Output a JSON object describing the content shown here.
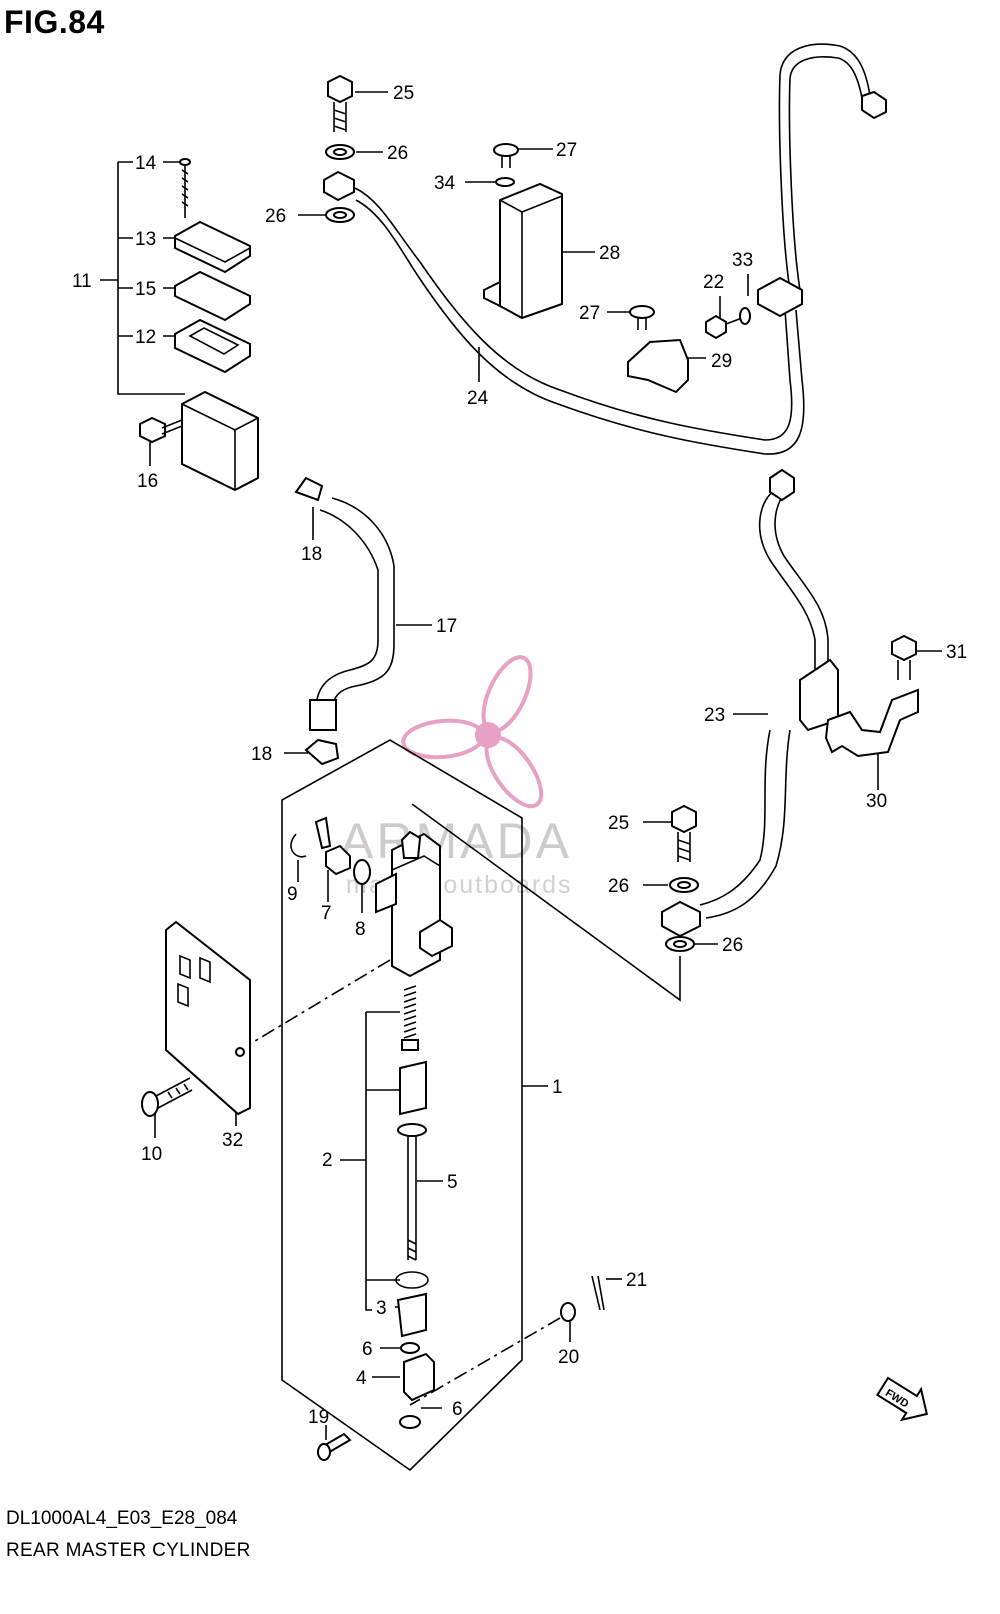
{
  "figure_title": "FIG.84",
  "diagram_code": "DL1000AL4_E03_E28_084",
  "diagram_name": "REAR MASTER CYLINDER",
  "watermark": {
    "brand": "ARMADA",
    "tagline": "marine outboards",
    "color": "#e8a0c4"
  },
  "fwd_label": "FWD",
  "callouts": [
    "1",
    "2",
    "3",
    "4",
    "5",
    "6",
    "6",
    "7",
    "8",
    "9",
    "10",
    "11",
    "12",
    "13",
    "14",
    "15",
    "16",
    "17",
    "18",
    "18",
    "19",
    "20",
    "21",
    "22",
    "23",
    "24",
    "25",
    "25",
    "26",
    "26",
    "26",
    "26",
    "27",
    "27",
    "28",
    "29",
    "30",
    "31",
    "32",
    "33",
    "34"
  ]
}
